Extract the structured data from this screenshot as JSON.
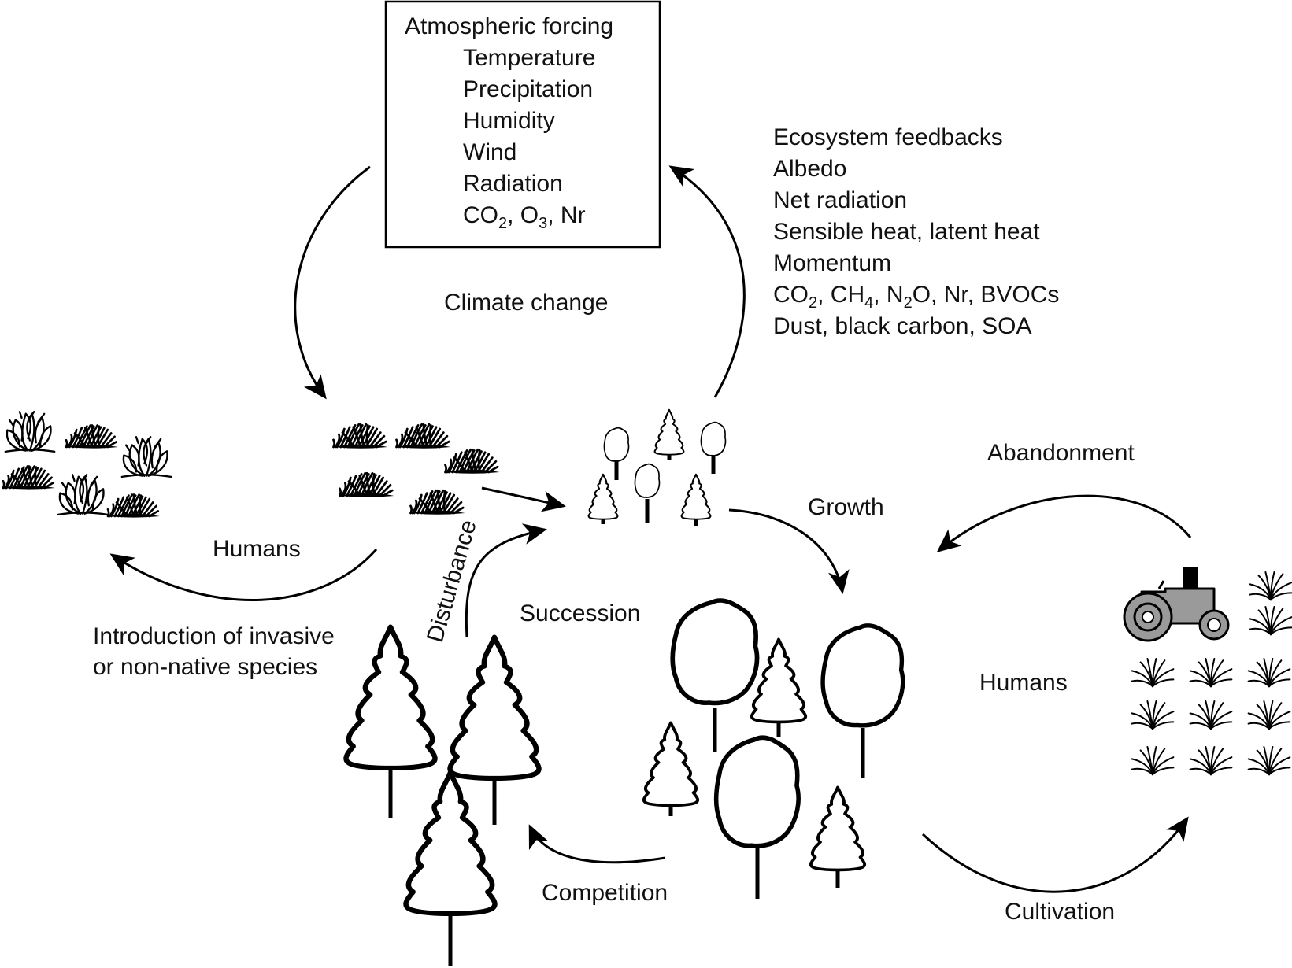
{
  "atmospheric_box": {
    "title": "Atmospheric forcing",
    "items": [
      "Temperature",
      "Precipitation",
      "Humidity",
      "Wind",
      "Radiation"
    ],
    "gases": {
      "co": "CO",
      "co_sub": "2",
      "o": ", O",
      "o_sub": "3",
      "nr": ", Nr"
    }
  },
  "climate_change": "Climate change",
  "ecosystem_feedbacks": {
    "title": "Ecosystem feedbacks",
    "items": [
      "Albedo",
      "Net radiation",
      "Sensible heat, latent heat",
      "Momentum"
    ],
    "gases": {
      "co": "CO",
      "co_sub": "2",
      "ch": ", CH",
      "ch_sub": "4",
      "n": ", N",
      "n_sub": "2",
      "rest": "O, Nr, BVOCs"
    },
    "last": "Dust, black carbon, SOA"
  },
  "labels": {
    "humans_left": "Humans",
    "invasive": [
      "Introduction of invasive",
      "or non-native species"
    ],
    "disturbance": "Disturbance",
    "succession": "Succession",
    "growth": "Growth",
    "competition": "Competition",
    "abandonment": "Abandonment",
    "humans_right": "Humans",
    "cultivation": "Cultivation"
  }
}
